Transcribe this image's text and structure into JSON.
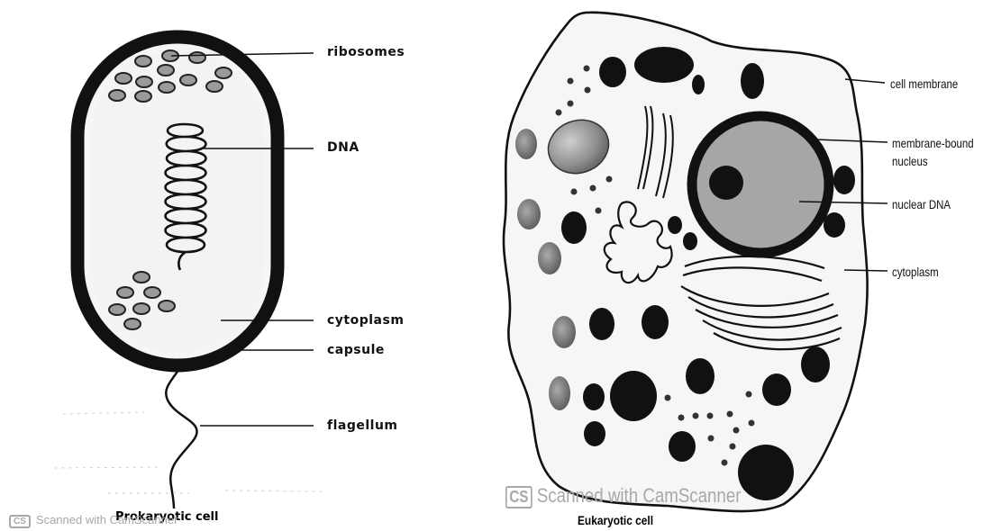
{
  "prokaryote": {
    "labels": {
      "ribosomes": "ribosomes",
      "dna": "DNA",
      "cytoplasm": "cytoplasm",
      "capsule": "capsule",
      "flagellum": "flagellum"
    },
    "caption": "Prokaryotic cell"
  },
  "eukaryote": {
    "labels": {
      "cell_membrane": "cell membrane",
      "nucleus_line1": "membrane-bound",
      "nucleus_line2": "nucleus",
      "nuclear_dna": "nuclear DNA",
      "cytoplasm": "cytoplasm"
    },
    "caption": "Eukaryotic cell"
  },
  "watermarks": {
    "left_badge": "CS",
    "left_text": "Scanned with CamScanner",
    "center_badge": "CS",
    "center_text": "Scanned with CamScanner"
  },
  "colors": {
    "outline": "#111111",
    "ribosome_fill": "#9a9a9a",
    "nucleus_fill": "#a6a6a6",
    "cytoplasm_fill": "#f6f6f6",
    "watermark": "#a8a8a8"
  }
}
